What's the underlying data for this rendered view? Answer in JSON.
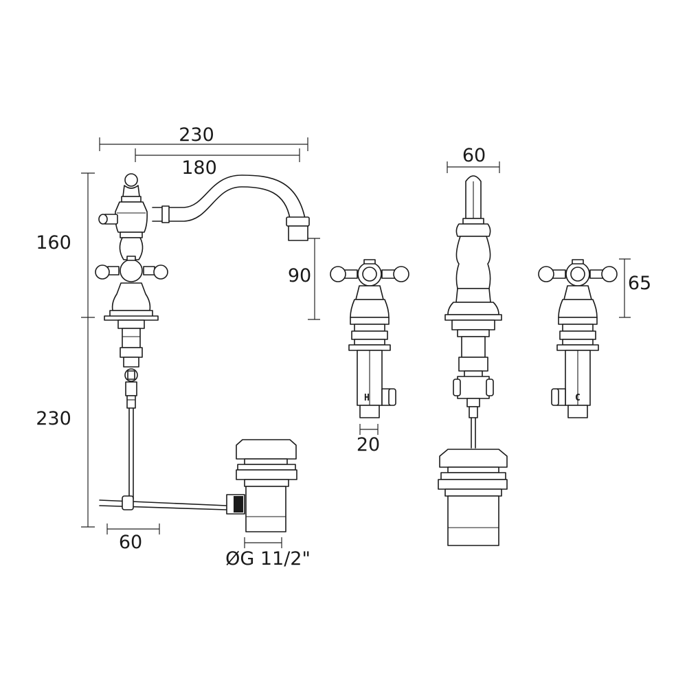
{
  "dimensions": {
    "overall_projection": "230",
    "spout_reach": "180",
    "spout_width": "60",
    "body_height": "160",
    "spout_height": "90",
    "handle_height": "65",
    "tail_length": "230",
    "pop_up_offset": "60",
    "inlet_width": "20",
    "waste_thread": "ØG 11/2\""
  },
  "handle_labels": {
    "hot": "H",
    "cold": "C"
  }
}
